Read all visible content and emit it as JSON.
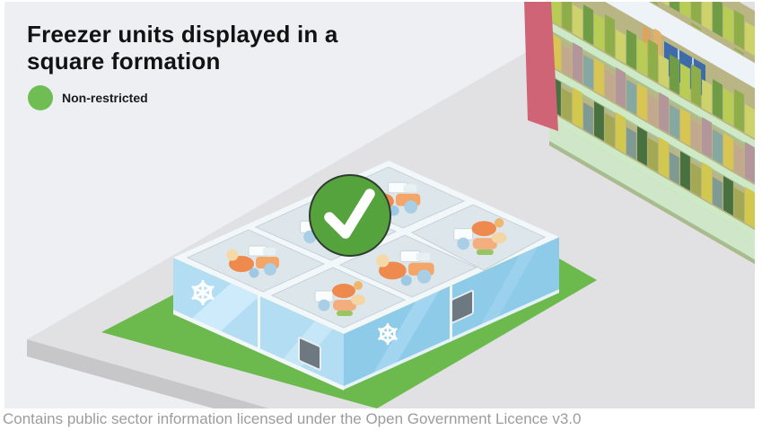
{
  "diagram": {
    "title": "Freezer units displayed in a square formation",
    "legend": {
      "label": "Non-restricted",
      "marker_shape": "circle",
      "marker_color": "#6fbe54"
    },
    "verdict": {
      "icon": "checkmark",
      "badge_color": "#55a33c",
      "check_color": "#ffffff"
    },
    "scene": {
      "background_color": "#edeff3",
      "floor_color": "#e1e1e3",
      "floor_edge_color": "#c7c7c9",
      "mat_color": "#6cba4d",
      "freezer": {
        "front_color": "#b2ddf2",
        "side_color": "#8ecbe8",
        "rim_color": "#f2f7fa",
        "glass_color": "#dde6eb",
        "vent_color": "#6e7880",
        "snowflake_color": "#ffffff",
        "glass_lids_visible": 6,
        "snowflakes_visible": 2,
        "vents_visible": 2
      },
      "shelf": {
        "end_panel_color": "#cf6476",
        "board_color": "#cde9c6",
        "back_color": "#b9b584"
      }
    }
  },
  "footer": {
    "attribution": "Contains public sector information licensed under the Open Government Licence v3.0"
  }
}
